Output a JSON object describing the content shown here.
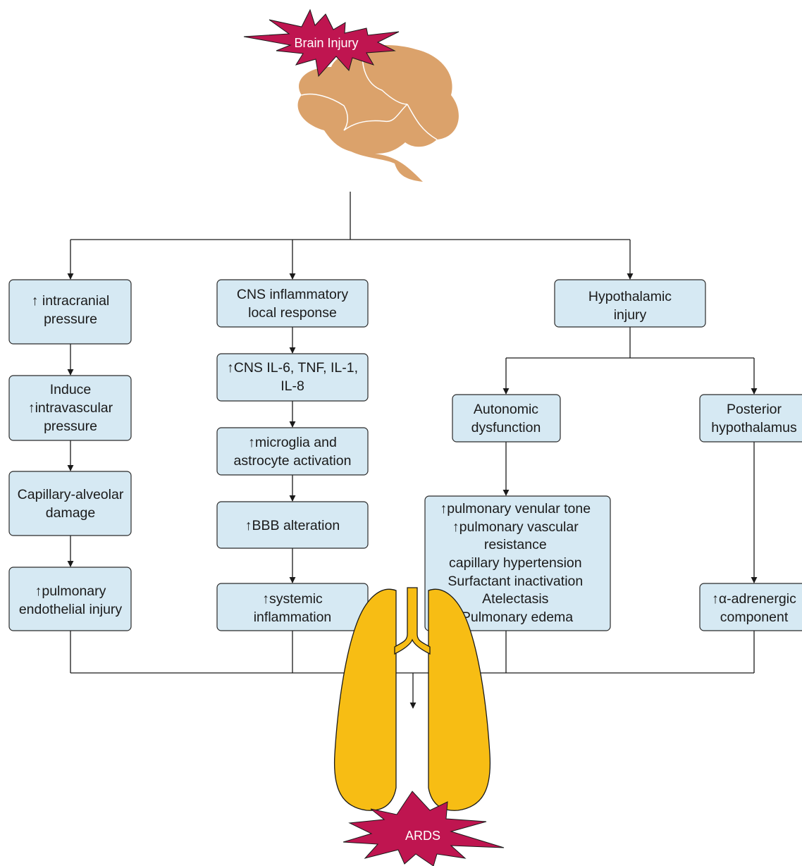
{
  "top_burst": {
    "label": "Brain Injury"
  },
  "bottom_burst": {
    "label": "ARDS"
  },
  "boxes": {
    "icp": [
      "↑ intracranial",
      "pressure"
    ],
    "intravascular": [
      "Induce",
      "↑intravascular",
      "pressure"
    ],
    "capillary": [
      "Capillary-alveolar",
      "damage"
    ],
    "endothelial": [
      "↑pulmonary",
      "endothelial injury"
    ],
    "cns_inflammatory": [
      "CNS inflammatory",
      "local response"
    ],
    "cytokines": [
      "↑CNS IL-6, TNF, IL-1,",
      "IL-8"
    ],
    "microglia": [
      "↑microglia and",
      "astrocyte activation"
    ],
    "bbb": [
      "↑BBB alteration"
    ],
    "systemic": [
      "↑systemic",
      "inflammation"
    ],
    "hypothalamic": [
      "Hypothalamic",
      "injury"
    ],
    "autonomic": [
      "Autonomic",
      "dysfunction"
    ],
    "pulmonary_effects": [
      "↑pulmonary venular tone",
      "↑pulmonary vascular",
      "resistance",
      "capillary hypertension",
      "Surfactant inactivation",
      "Atelectasis",
      "Pulmonary edema"
    ],
    "posterior": [
      "Posterior",
      "hypothalamus"
    ],
    "alpha": [
      "↑α-adrenergic",
      "component"
    ]
  },
  "colors": {
    "box_fill": "#d6e9f3",
    "brain": "#dba26b",
    "lungs": "#f7bd14",
    "burst": "#bf1550"
  }
}
